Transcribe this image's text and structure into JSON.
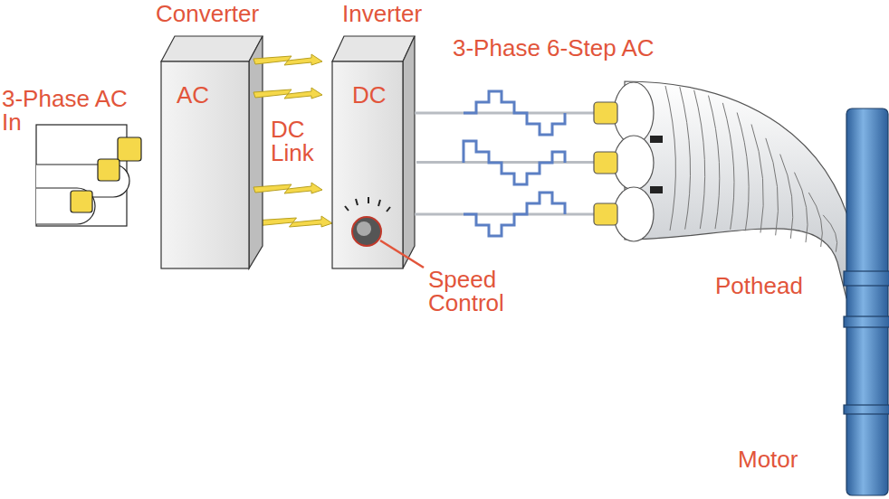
{
  "diagram": {
    "nodes": [
      {
        "text": [
          "Converter",
          "AC"
        ]
      },
      {
        "text": [
          "Inverter",
          "DC"
        ]
      },
      {
        "text": [
          "Motor"
        ]
      }
    ],
    "edges": [
      {
        "from": 0,
        "to": 1,
        "arrow": "to",
        "label": "DC Link"
      },
      {
        "from": 1,
        "to": 2,
        "arrow": "none",
        "label": "3-Phase 6-Step AC"
      }
    ],
    "labels": [
      "3-Phase AC In",
      "Speed Control",
      "Pothead"
    ]
  }
}
